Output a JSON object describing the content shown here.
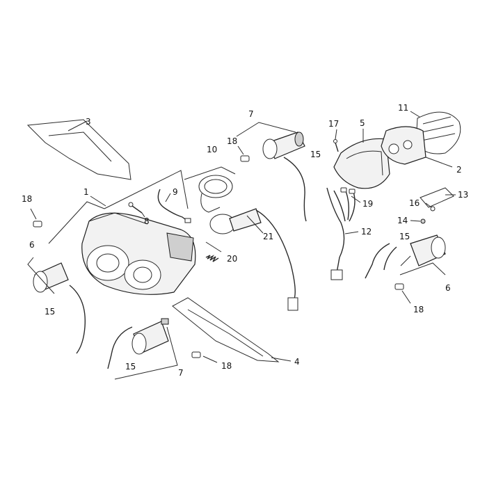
{
  "labels": {
    "l1": "1",
    "l2": "2",
    "l3": "3",
    "l4": "4",
    "l5": "5",
    "l6a": "6",
    "l6b": "6",
    "l7a": "7",
    "l7b": "7",
    "l8": "8",
    "l9": "9",
    "l10": "10",
    "l11": "11",
    "l12": "12",
    "l13": "13",
    "l14": "14",
    "l15a": "15",
    "l15b": "15",
    "l15c": "15",
    "l15d": "15",
    "l16": "16",
    "l17": "17",
    "l18a": "18",
    "l18b": "18",
    "l18c": "18",
    "l18d": "18",
    "l19": "19",
    "l20": "20",
    "l21": "21"
  },
  "colors": {
    "line": "#2a2a2a",
    "fill": "#f2f2f2",
    "background": "#ffffff"
  }
}
